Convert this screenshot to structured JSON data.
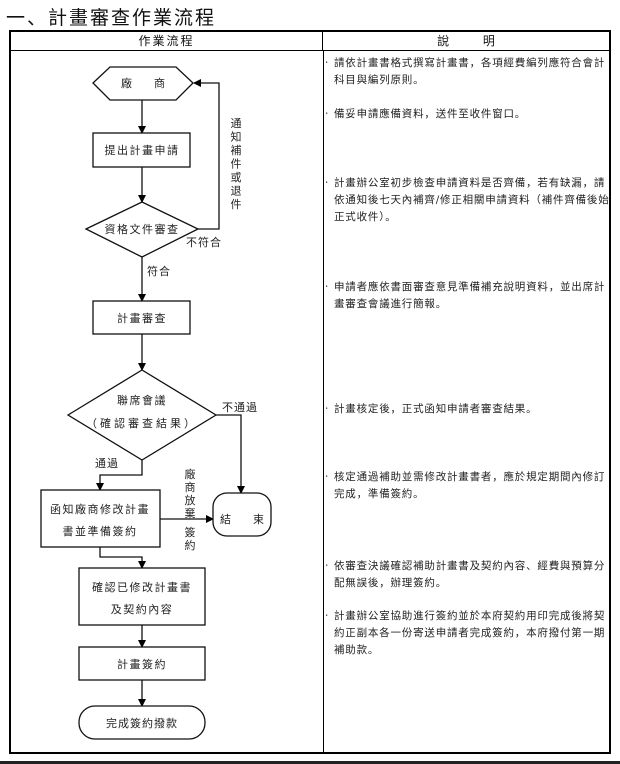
{
  "title": "一、計畫審查作業流程",
  "table": {
    "headers": {
      "left": "作業流程",
      "right": "說 明"
    }
  },
  "flow": {
    "start": "廠　　商",
    "submit": "提出計畫申請",
    "check_docs": "資格文件審查",
    "check_docs_fail": "不符合",
    "check_docs_pass": "符合",
    "feedback_label": [
      "通",
      "知",
      "補",
      "件",
      "或",
      "退",
      "件"
    ],
    "review": "計畫審查",
    "meeting_line1": "聯席會議",
    "meeting_line2": "（確認審查結果）",
    "meeting_fail": "不通過",
    "meeting_pass": "通過",
    "notify_line1": "函知廠商修改計畫",
    "notify_line2": "書並準備簽約",
    "abandon_label": [
      "廠",
      "商",
      "放",
      "棄",
      "簽",
      "約"
    ],
    "end": "結　　束",
    "confirm_line1": "確認已修改計畫書",
    "confirm_line2": "及契約內容",
    "sign": "計畫簽約",
    "finish": "完成簽約撥款"
  },
  "notes": [
    {
      "bullet": "‧",
      "text": "請依計畫書格式撰寫計畫書，各項經費編列應符合會計科目與編列原則。"
    },
    {
      "bullet": "‧",
      "text": "備妥申請應備資料，送件至收件窗口。"
    },
    {
      "bullet": "‧",
      "text": "計畫辦公室初步檢查申請資料是否齊備，若有缺漏，請依通知後七天內補齊/修正相關申請資料（補件齊備後始正式收件）。"
    },
    {
      "bullet": "‧",
      "text": "申請者應依書面審查意見準備補充說明資料，並出席計畫審查會議進行簡報。"
    },
    {
      "bullet": "‧",
      "text": "計畫核定後，正式函知申請者審查結果。"
    },
    {
      "bullet": "‧",
      "text": "核定通過補助並需修改計畫書者，應於規定期間內修訂完成，準備簽約。"
    },
    {
      "bullet": "‧",
      "text": "依審查決議確認補助計畫書及契約內容、經費與預算分配無誤後，辦理簽約。"
    },
    {
      "bullet": "‧",
      "text": "計畫辦公室協助進行簽約並於本府契約用印完成後將契約正副本各一份寄送申請者完成簽約，本府撥付第一期補助款。"
    }
  ]
}
